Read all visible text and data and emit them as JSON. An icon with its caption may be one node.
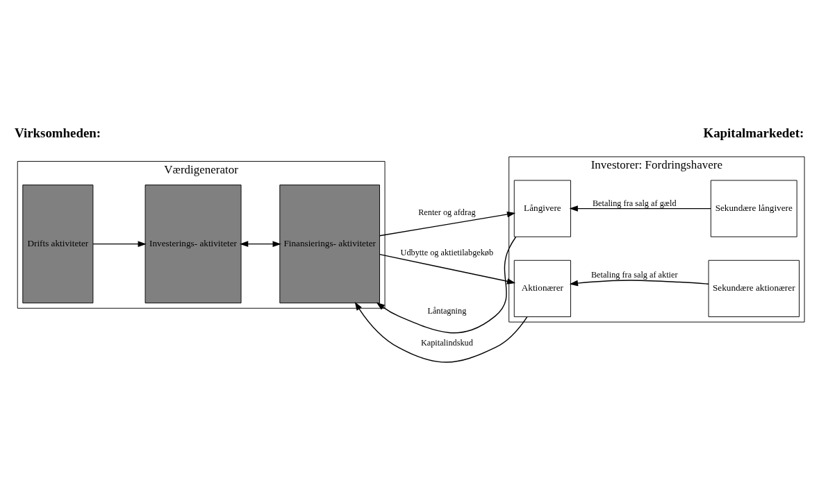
{
  "diagram": {
    "nodes": [
      {
        "text": [
          "Værdigenerator"
        ]
      },
      {
        "text": [
          "Drifts aktiviteter"
        ],
        "in": 0
      },
      {
        "text": [
          "Investerings- aktiviteter"
        ],
        "in": 0
      },
      {
        "text": [
          "Finansierings- aktiviteter"
        ],
        "in": 0
      },
      {
        "text": [
          "Investorer: Fordringshavere"
        ]
      },
      {
        "text": [
          "Långivere"
        ],
        "in": 4
      },
      {
        "text": [
          "Sekundære långivere"
        ],
        "in": 4
      },
      {
        "text": [
          "Aktionærer"
        ],
        "in": 4
      },
      {
        "text": [
          "Sekundære aktionærer"
        ],
        "in": 4
      }
    ],
    "edges": [
      {
        "from": 1,
        "to": 2,
        "arrow": "to"
      },
      {
        "from": 2,
        "to": 3,
        "arrow": "both"
      },
      {
        "from": 5,
        "to": 3,
        "arrow": "to",
        "label": "Låntagning"
      },
      {
        "from": 3,
        "to": 5,
        "arrow": "to",
        "label": "Renter og afdrag"
      },
      {
        "from": 6,
        "to": 5,
        "arrow": "to",
        "label": "Betaling fra salg af gæld"
      },
      {
        "from": 7,
        "to": 3,
        "arrow": "to",
        "label": "Kapitalindskud"
      },
      {
        "from": 3,
        "to": 7,
        "arrow": "to",
        "label": "Udbytte og aktietilabgekøb"
      },
      {
        "from": 8,
        "to": 7,
        "arrow": "to",
        "label": "Betaling fra salg af aktier"
      }
    ],
    "labels": [
      "Virksomheden:",
      "Kapitalmarkedet:"
    ]
  }
}
